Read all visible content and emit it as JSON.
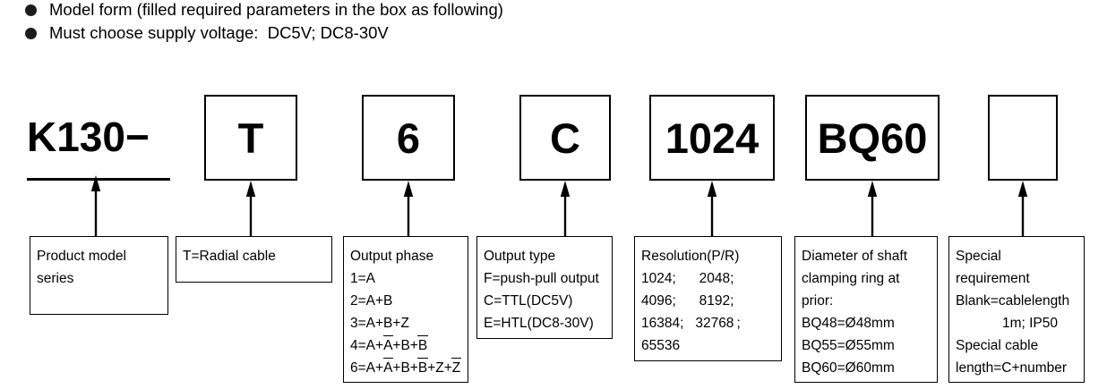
{
  "header": {
    "notes": [
      "Model form (filled required parameters in the box as following)",
      "Must choose supply voltage:  DC5V; DC8-30V"
    ]
  },
  "model_code": {
    "segments": [
      {
        "value": "K130−",
        "boxed": false
      },
      {
        "value": "T",
        "boxed": true
      },
      {
        "value": "6",
        "boxed": true
      },
      {
        "value": "C",
        "boxed": true
      },
      {
        "value": "1024",
        "boxed": true
      },
      {
        "value": "BQ60",
        "boxed": true
      },
      {
        "value": "",
        "boxed": true
      }
    ]
  },
  "descriptions": [
    {
      "name": "product-model-series",
      "lines": [
        {
          "text": "Product model"
        },
        {
          "text": "series"
        }
      ]
    },
    {
      "name": "cable-direction",
      "lines": [
        {
          "text": "T=Radial cable"
        }
      ]
    },
    {
      "name": "output-phase",
      "lines": [
        {
          "text": "Output phase"
        },
        {
          "text": "1=A"
        },
        {
          "text": "2=A+B"
        },
        {
          "text": "3=A+B+Z"
        },
        {
          "html": "4=A+<span class=\"ovl\">A</span>+B+<span class=\"ovl\">B</span>"
        },
        {
          "html": "6=A+<span class=\"ovl\">A</span>+B+<span class=\"ovl\">B</span>+Z+<span class=\"ovl\">Z</span>"
        }
      ]
    },
    {
      "name": "output-type",
      "lines": [
        {
          "text": "Output type"
        },
        {
          "text": "F=push-pull output"
        },
        {
          "text": "C=TTL(DC5V)"
        },
        {
          "text": "E=HTL(DC8-30V)"
        }
      ]
    },
    {
      "name": "resolution",
      "lines": [
        {
          "text": "Resolution(P/R)"
        },
        {
          "text": "1024;      2048;"
        },
        {
          "text": "4096;      8192;"
        },
        {
          "text": "16384;   32768 ;"
        },
        {
          "text": "65536"
        }
      ]
    },
    {
      "name": "shaft-clamping-ring-diameter",
      "lines": [
        {
          "text": "Diameter of shaft"
        },
        {
          "text": "clamping ring at"
        },
        {
          "text": "prior:"
        },
        {
          "text": "BQ48=Ø48mm"
        },
        {
          "text": "BQ55=Ø55mm"
        },
        {
          "text": "BQ60=Ø60mm"
        }
      ]
    },
    {
      "name": "special-requirement",
      "lines": [
        {
          "text": "Special"
        },
        {
          "text": "requirement"
        },
        {
          "text": "Blank=cablelength"
        },
        {
          "text": "1m; IP50",
          "align": "right"
        },
        {
          "text": "Special cable"
        },
        {
          "text": "length=C+number"
        }
      ]
    }
  ],
  "colors": {
    "ink": "#000000",
    "background": "#ffffff"
  }
}
